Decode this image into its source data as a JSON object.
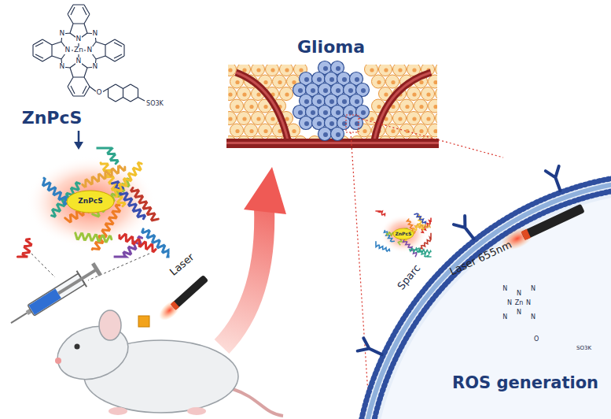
{
  "diagram": {
    "labels": [
      "ZnPcS",
      "N",
      "N",
      "N",
      "N",
      "N",
      "N",
      "N",
      "N",
      "Zn",
      "O",
      "SO3K",
      "ZnPcS",
      "Laser",
      "Glioma",
      "ZnPcS",
      "Sparc",
      "Laser 655nm",
      "N",
      "N",
      "N",
      "N",
      "N",
      "N",
      "N",
      "N",
      "Zn",
      "O",
      "SO3K",
      "ROS generation"
    ]
  }
}
